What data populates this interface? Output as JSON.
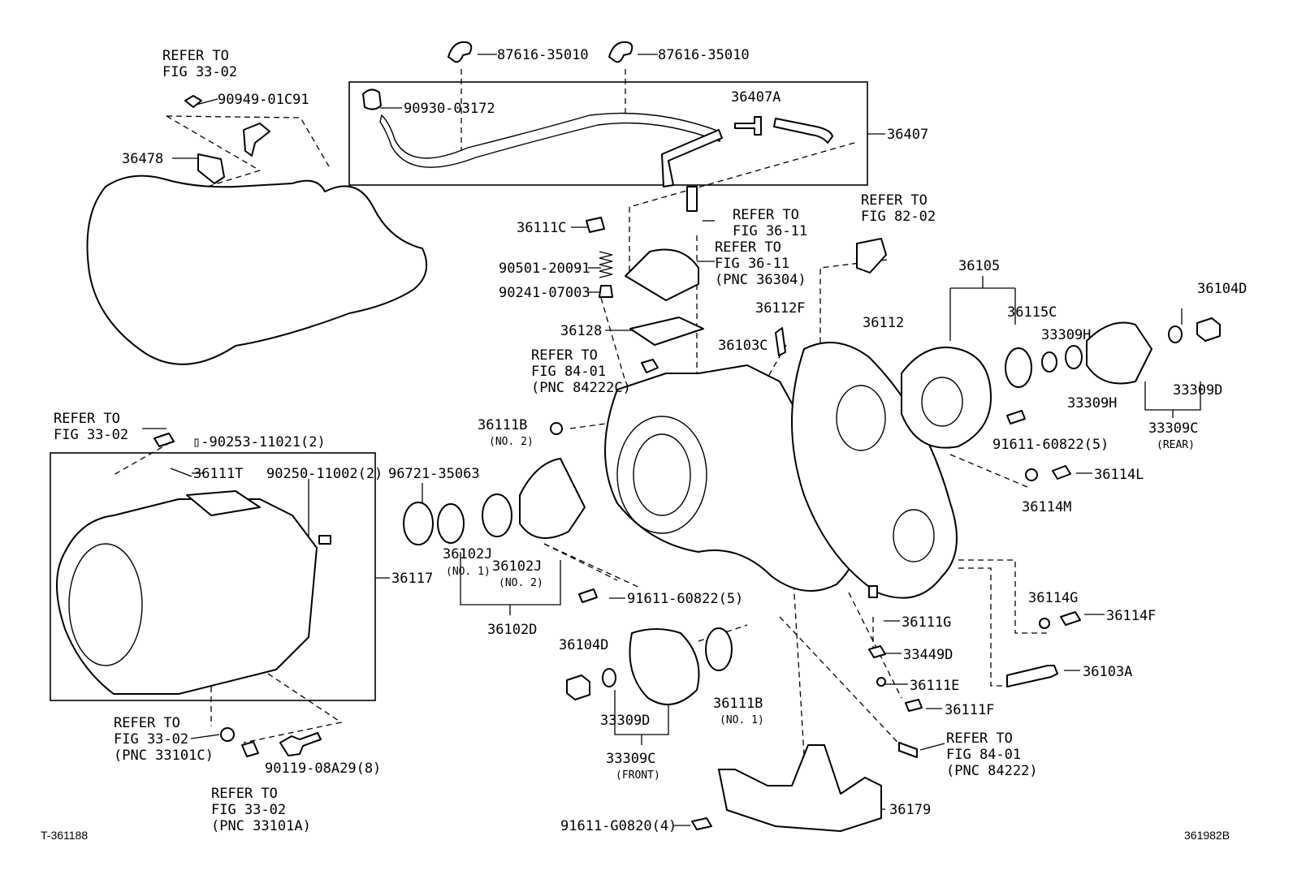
{
  "footer": {
    "left_code": "T-361188",
    "right_code": "361982B"
  },
  "callouts": {
    "p87616_a": "87616-35010",
    "p87616_b": "87616-35010",
    "p90930": "90930-03172",
    "p36407A": "36407A",
    "p36407": "36407",
    "refer_33_02_top_1": "REFER TO",
    "refer_33_02_top_2": "FIG 33-02",
    "p90949": "90949-01C91",
    "p36478": "36478",
    "p36111C": "36111C",
    "refer_36_11_a_1": "REFER TO",
    "refer_36_11_a_2": "FIG 36-11",
    "refer_36_11_b_1": "REFER TO",
    "refer_36_11_b_2": "FIG 36-11",
    "refer_36_11_b_3": "(PNC 36304)",
    "refer_82_02_1": "REFER TO",
    "refer_82_02_2": "FIG 82-02",
    "p90501": "90501-20091",
    "p90241": "90241-07003",
    "p36128": "36128",
    "p36112F": "36112F",
    "p36105": "36105",
    "p36104D_top": "36104D",
    "p36112": "36112",
    "p36115C": "36115C",
    "p33309H_a": "33309H",
    "p33309H_b": "33309H",
    "p33309D_right": "33309D",
    "p33309C_rear": "33309C",
    "rear": "(REAR)",
    "refer_84_01_a_1": "REFER TO",
    "refer_84_01_a_2": "FIG 84-01",
    "refer_84_01_a_3": "(PNC 84222C)",
    "p36103C": "36103C",
    "refer_33_02_mid_1": "REFER TO",
    "refer_33_02_mid_2": "FIG 33-02",
    "p90253": "▯-90253-11021(2)",
    "p36111B_no2": "36111B",
    "no2_a": "(NO. 2)",
    "p91611_right": "91611-60822(5)",
    "p36114L": "36114L",
    "p36114M": "36114M",
    "p36111T": "36111T",
    "p90250": "90250-11002(2)",
    "p96721": "96721-35063",
    "p36117": "36117",
    "p36102J_no1": "36102J",
    "no1_a": "(NO. 1)",
    "p36102J_no2": "36102J",
    "no2_b": "(NO. 2)",
    "p36102D": "36102D",
    "p91611_mid": "91611-60822(5)",
    "p36114G": "36114G",
    "p36114F": "36114F",
    "p36111G": "36111G",
    "p36104D_bottom": "36104D",
    "p33449D": "33449D",
    "p36103A": "36103A",
    "p36111E": "36111E",
    "p36111B_no1": "36111B",
    "no1_b": "(NO. 1)",
    "p36111F": "36111F",
    "p33309D_bottom": "33309D",
    "p33309C_front": "33309C",
    "front": "(FRONT)",
    "refer_84_01_b_1": "REFER TO",
    "refer_84_01_b_2": "FIG 84-01",
    "refer_84_01_b_3": "(PNC 84222)",
    "refer_33101C_1": "REFER TO",
    "refer_33101C_2": "FIG 33-02",
    "refer_33101C_3": "(PNC 33101C)",
    "p90119": "90119-08A29(8)",
    "refer_33101A_1": "REFER TO",
    "refer_33101A_2": "FIG 33-02",
    "refer_33101A_3": "(PNC 33101A)",
    "p36179": "36179",
    "p91611_g0820": "91611-G0820(4)"
  }
}
